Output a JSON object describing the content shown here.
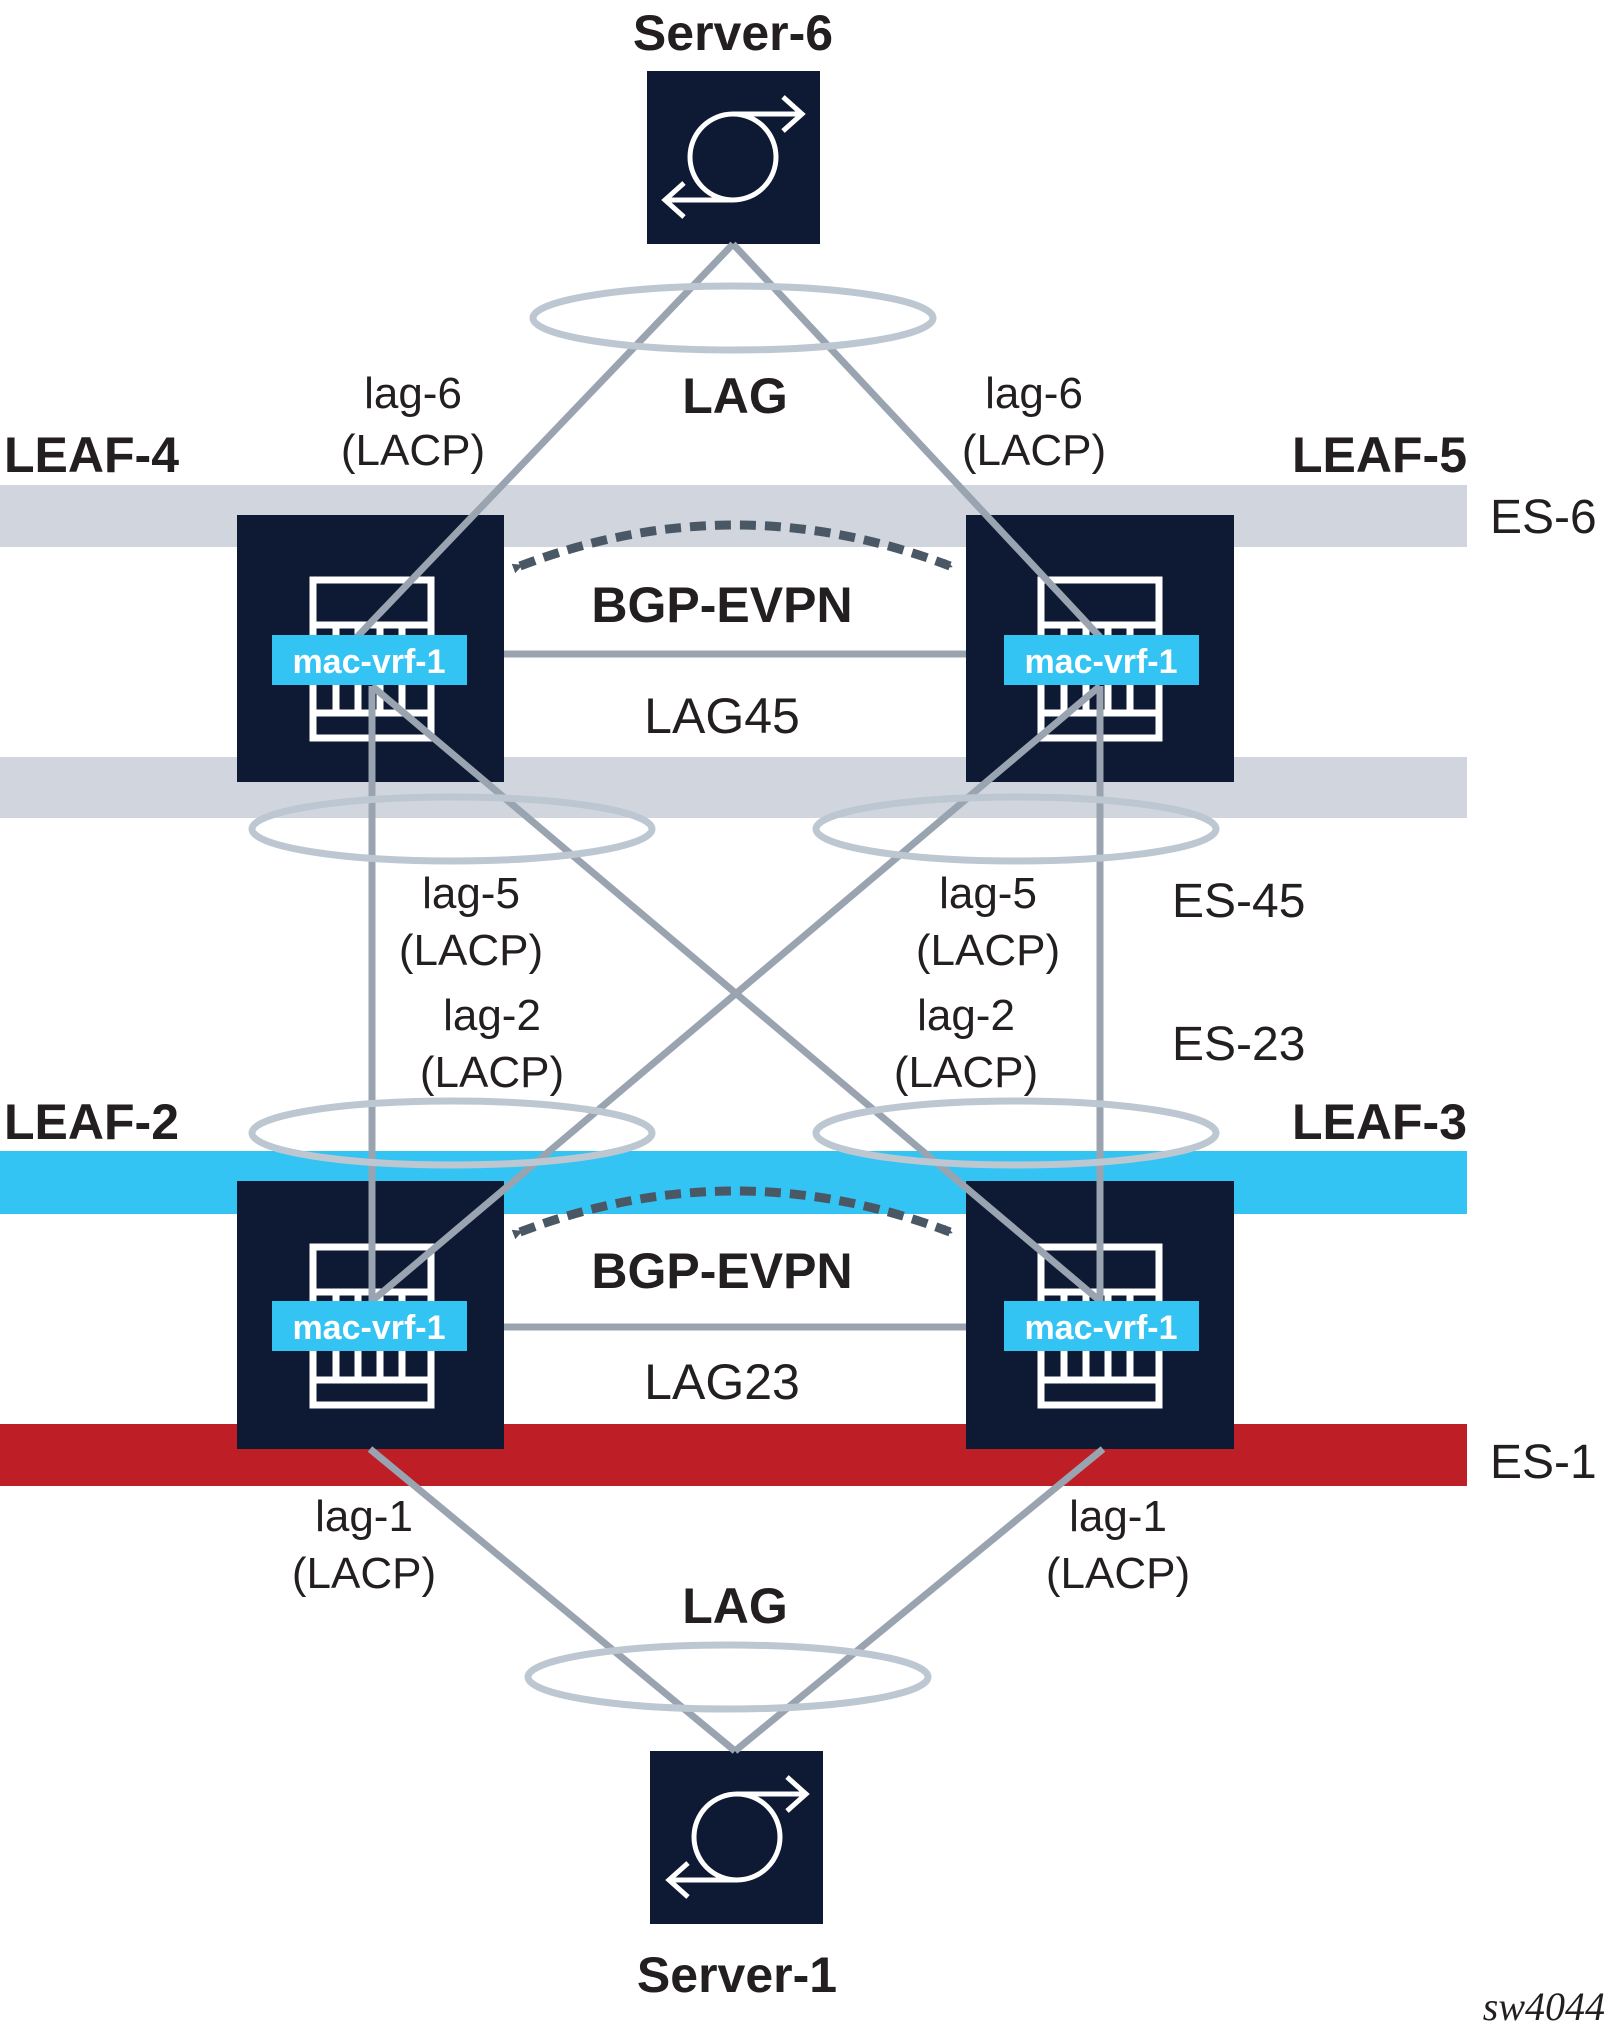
{
  "servers": [
    {
      "id": "server-6",
      "label": "Server-6"
    },
    {
      "id": "server-1",
      "label": "Server-1"
    }
  ],
  "leaves": [
    {
      "id": "leaf-4",
      "label": "LEAF-4",
      "service": "mac-vrf-1"
    },
    {
      "id": "leaf-5",
      "label": "LEAF-5",
      "service": "mac-vrf-1"
    },
    {
      "id": "leaf-2",
      "label": "LEAF-2",
      "service": "mac-vrf-1"
    },
    {
      "id": "leaf-3",
      "label": "LEAF-3",
      "service": "mac-vrf-1"
    }
  ],
  "ethernet_segments": [
    {
      "label": "ES-6",
      "color": "#d1d6de"
    },
    {
      "label": "ES-45",
      "color": "#d1d6de"
    },
    {
      "label": "ES-23",
      "color": "#33c4f3"
    },
    {
      "label": "ES-1",
      "color": "#be1e25"
    }
  ],
  "lag_groups": {
    "top": "LAG",
    "bottom": "LAG"
  },
  "lag_labels": {
    "lag6_left": [
      "lag-6",
      "(LACP)"
    ],
    "lag6_right": [
      "lag-6",
      "(LACP)"
    ],
    "lag5_left": [
      "lag-5",
      "(LACP)"
    ],
    "lag5_right": [
      "lag-5",
      "(LACP)"
    ],
    "lag2_left": [
      "lag-2",
      "(LACP)"
    ],
    "lag2_right": [
      "lag-2",
      "(LACP)"
    ],
    "lag1_left": [
      "lag-1",
      "(LACP)"
    ],
    "lag1_right": [
      "lag-1",
      "(LACP)"
    ]
  },
  "peer_links": [
    {
      "protocol": "BGP-EVPN",
      "lag": "LAG45"
    },
    {
      "protocol": "BGP-EVPN",
      "lag": "LAG23"
    }
  ],
  "figure_id": "sw4044",
  "colors": {
    "node": "#0e1934",
    "link": "#9aa4b0",
    "lag_ring": "#bcc7d1",
    "arrow": "#4a5866",
    "vrf": "#33c4f3",
    "text": "#231f20"
  }
}
